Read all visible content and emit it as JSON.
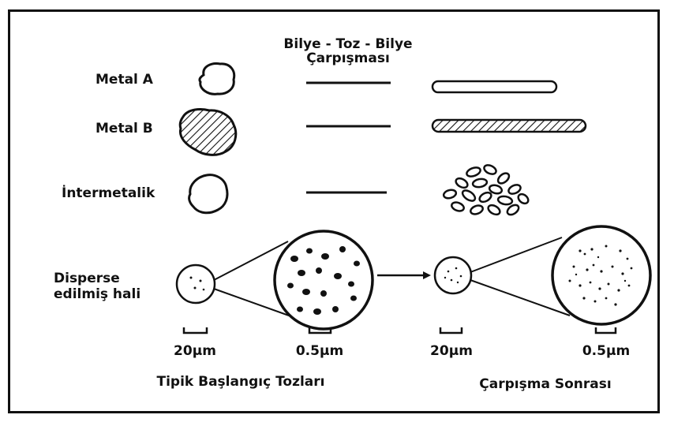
{
  "header": {
    "line1": "Bilye - Toz - Bilye",
    "line2": "Çarpışması"
  },
  "rows": {
    "metal_a": "Metal A",
    "metal_b": "Metal B",
    "intermetalik": "İntermetalik",
    "disperse_line1": "Disperse",
    "disperse_line2": "edilmiş hali"
  },
  "scale_bars": {
    "bar1": "20µm",
    "bar2": "0.5µm",
    "bar3": "20µm",
    "bar4": "0.5µm"
  },
  "footer": {
    "left": "Tipik Başlangıç Tozları",
    "right": "Çarpışma Sonrası"
  },
  "colors": {
    "ink": "#111111",
    "background": "#ffffff"
  }
}
